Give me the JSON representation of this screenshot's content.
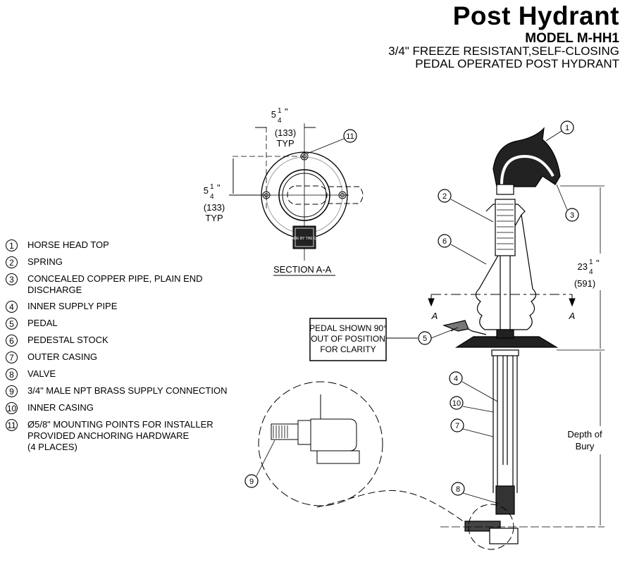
{
  "header": {
    "title": "Post Hydrant",
    "model": "MODEL M-HH1",
    "subtitle_line1": "3/4\" FREEZE RESISTANT,SELF-CLOSING",
    "subtitle_line2": "PEDAL OPERATED POST HYDRANT"
  },
  "legend": [
    {
      "num": "1",
      "label": "HORSE HEAD TOP"
    },
    {
      "num": "2",
      "label": "SPRING"
    },
    {
      "num": "3",
      "label": "CONCEALED COPPER PIPE, PLAIN END\nDISCHARGE"
    },
    {
      "num": "4",
      "label": "INNER SUPPLY PIPE"
    },
    {
      "num": "5",
      "label": "PEDAL"
    },
    {
      "num": "6",
      "label": "PEDESTAL STOCK"
    },
    {
      "num": "7",
      "label": "OUTER CASING"
    },
    {
      "num": "8",
      "label": "VALVE"
    },
    {
      "num": "9",
      "label": "3/4\" MALE NPT BRASS SUPPLY CONNECTION"
    },
    {
      "num": "10",
      "label": "INNER CASING"
    },
    {
      "num": "11",
      "label": "Ø5/8\" MOUNTING POINTS FOR INSTALLER\nPROVIDED ANCHORING HARDWARE\n(4 PLACES)"
    }
  ],
  "section": {
    "label": "SECTION A-A",
    "dim_whole": "5",
    "dim_num": "1",
    "dim_den": "4",
    "dim_mm": "(133)",
    "typ": "TYP",
    "plate_text": "MADE BY THE CO."
  },
  "elevation": {
    "height_whole": "23",
    "height_num": "1",
    "height_den": "4",
    "height_mm": "(591)",
    "depth_label_1": "Depth of",
    "depth_label_2": "Bury",
    "section_mark": "A"
  },
  "pedal_note": {
    "line1": "PEDAL SHOWN 90°",
    "line2": "OUT OF POSITION",
    "line3": "FOR CLARITY"
  }
}
